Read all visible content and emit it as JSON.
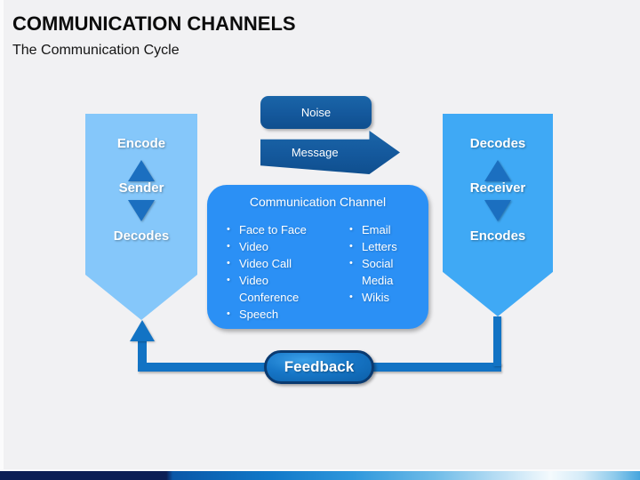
{
  "slide": {
    "title": "COMMUNICATION CHANNELS",
    "subtitle": "The Communication Cycle"
  },
  "diagram": {
    "sender": {
      "top": "Encode",
      "middle": "Sender",
      "bottom": "Decodes"
    },
    "receiver": {
      "top": "Decodes",
      "middle": "Receiver",
      "bottom": "Encodes"
    },
    "noise": "Noise",
    "message": "Message",
    "channel": {
      "title": "Communication Channel",
      "items_left": [
        "Face to Face",
        "Video",
        "Video Call",
        "Video Conference",
        "Speech"
      ],
      "items_right": [
        "Email",
        "Letters",
        "Social Media",
        "Wikis"
      ]
    },
    "feedback": "Feedback",
    "bullet_glyph": "•"
  },
  "colors": {
    "sender_shape": "#85c7fa",
    "receiver_shape": "#3fa9f5",
    "channel_box": "#2b90f5",
    "noise_message": "#14589c",
    "connector": "#1273c4",
    "triangle": "#1b6fc0",
    "pill_border": "#0a3a70",
    "bottom_bar_navy": "#0d1f55",
    "background": "#f1f1f3"
  }
}
